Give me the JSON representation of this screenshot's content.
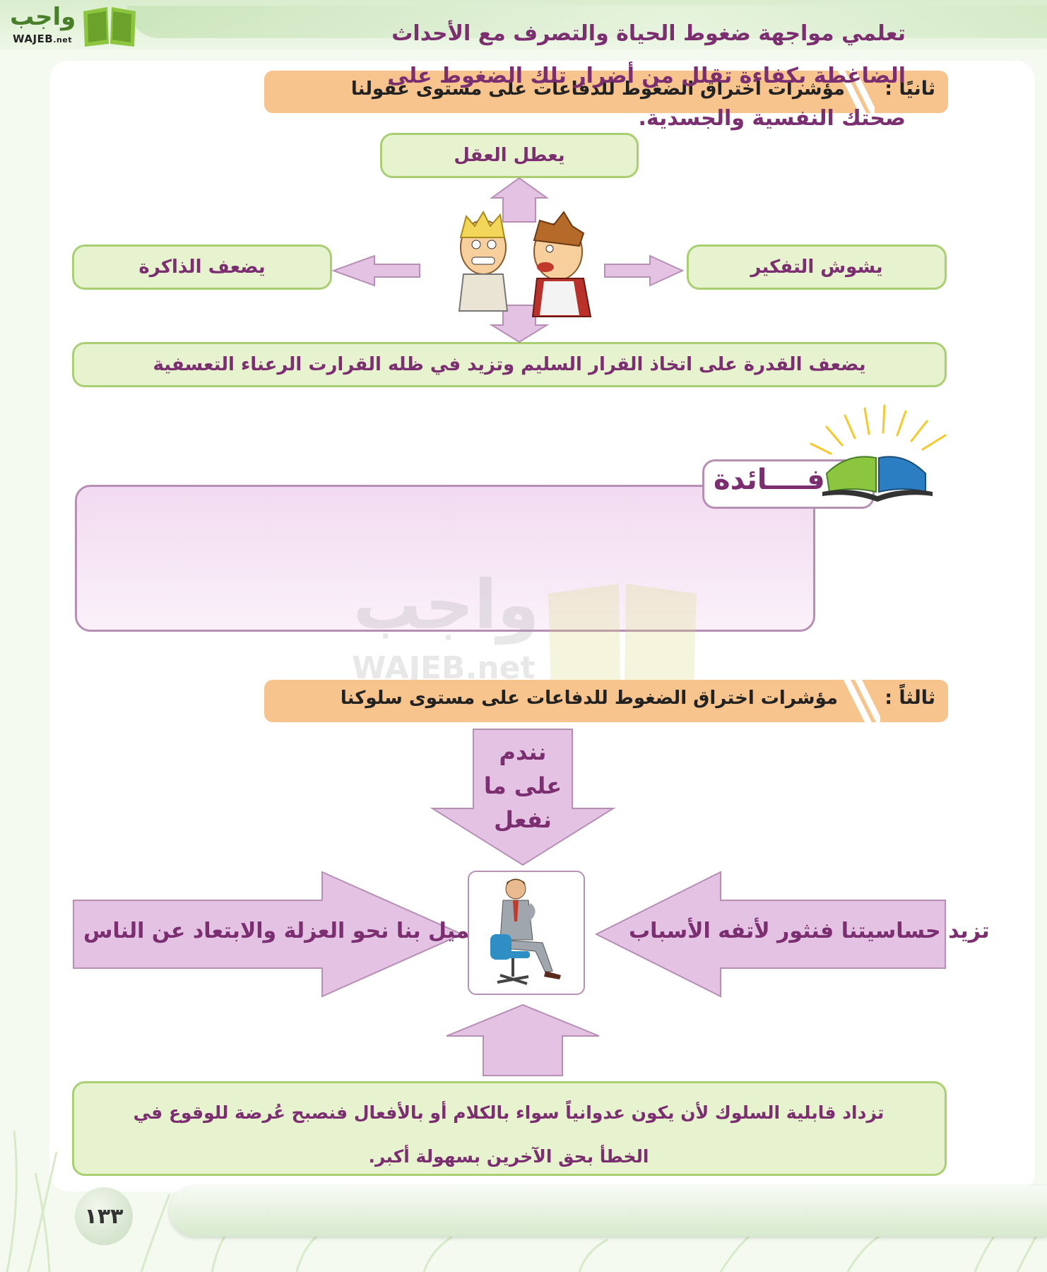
{
  "logo": {
    "arabic": "واجب",
    "latin": "WAJEB",
    "latin_suffix": ".net"
  },
  "section2": {
    "label": "ثانيًا :",
    "title": "مؤشرات اختراق الضغوط للدفاعات على مستوى عقولنا",
    "top": "يعطل العقل",
    "right": "يشوش التفكير",
    "left": "يضعف الذاكرة",
    "bottom": "يضعف القدرة على اتخاذ القرار السليم وتزيد في ظله القرارت الرعناء التعسفية"
  },
  "fayda": {
    "heading": "فــــائدة",
    "lines": [
      "تعلمي مواجهة ضغوط الحياة والتصرف مع الأحداث",
      "الضاغطة بكفاءة تقلل من أضرار تلك الضغوط على",
      "صحتك النفسية والجسدية."
    ]
  },
  "watermark": {
    "arabic": "واجب",
    "latin": "WAJEB.net"
  },
  "section3": {
    "label": "ثالثاً :",
    "title": "مؤشرات اختراق الضغوط للدفاعات على مستوى سلوكنا",
    "down_lines": [
      "نندم",
      "على ما",
      "نفعل"
    ],
    "right": "تزيد حساسيتنا فنثور لأتفه الأسباب",
    "left": "يميل بنا نحو العزلة والابتعاد عن الناس",
    "bottom_lines": [
      "تزداد قابلية السلوك لأن يكون عدوانياً سواء بالكلام أو بالأفعال فنصبح عُرضة للوقوع في",
      "الخطأ بحق الآخرين بسهولة أكبر."
    ]
  },
  "page_number": "١٣٣",
  "colors": {
    "accent_purple": "#7b2f70",
    "header_orange": "#f8c48e",
    "pill_green": "#e7f3cf",
    "arrow_lilac": "#e3c2e3"
  }
}
